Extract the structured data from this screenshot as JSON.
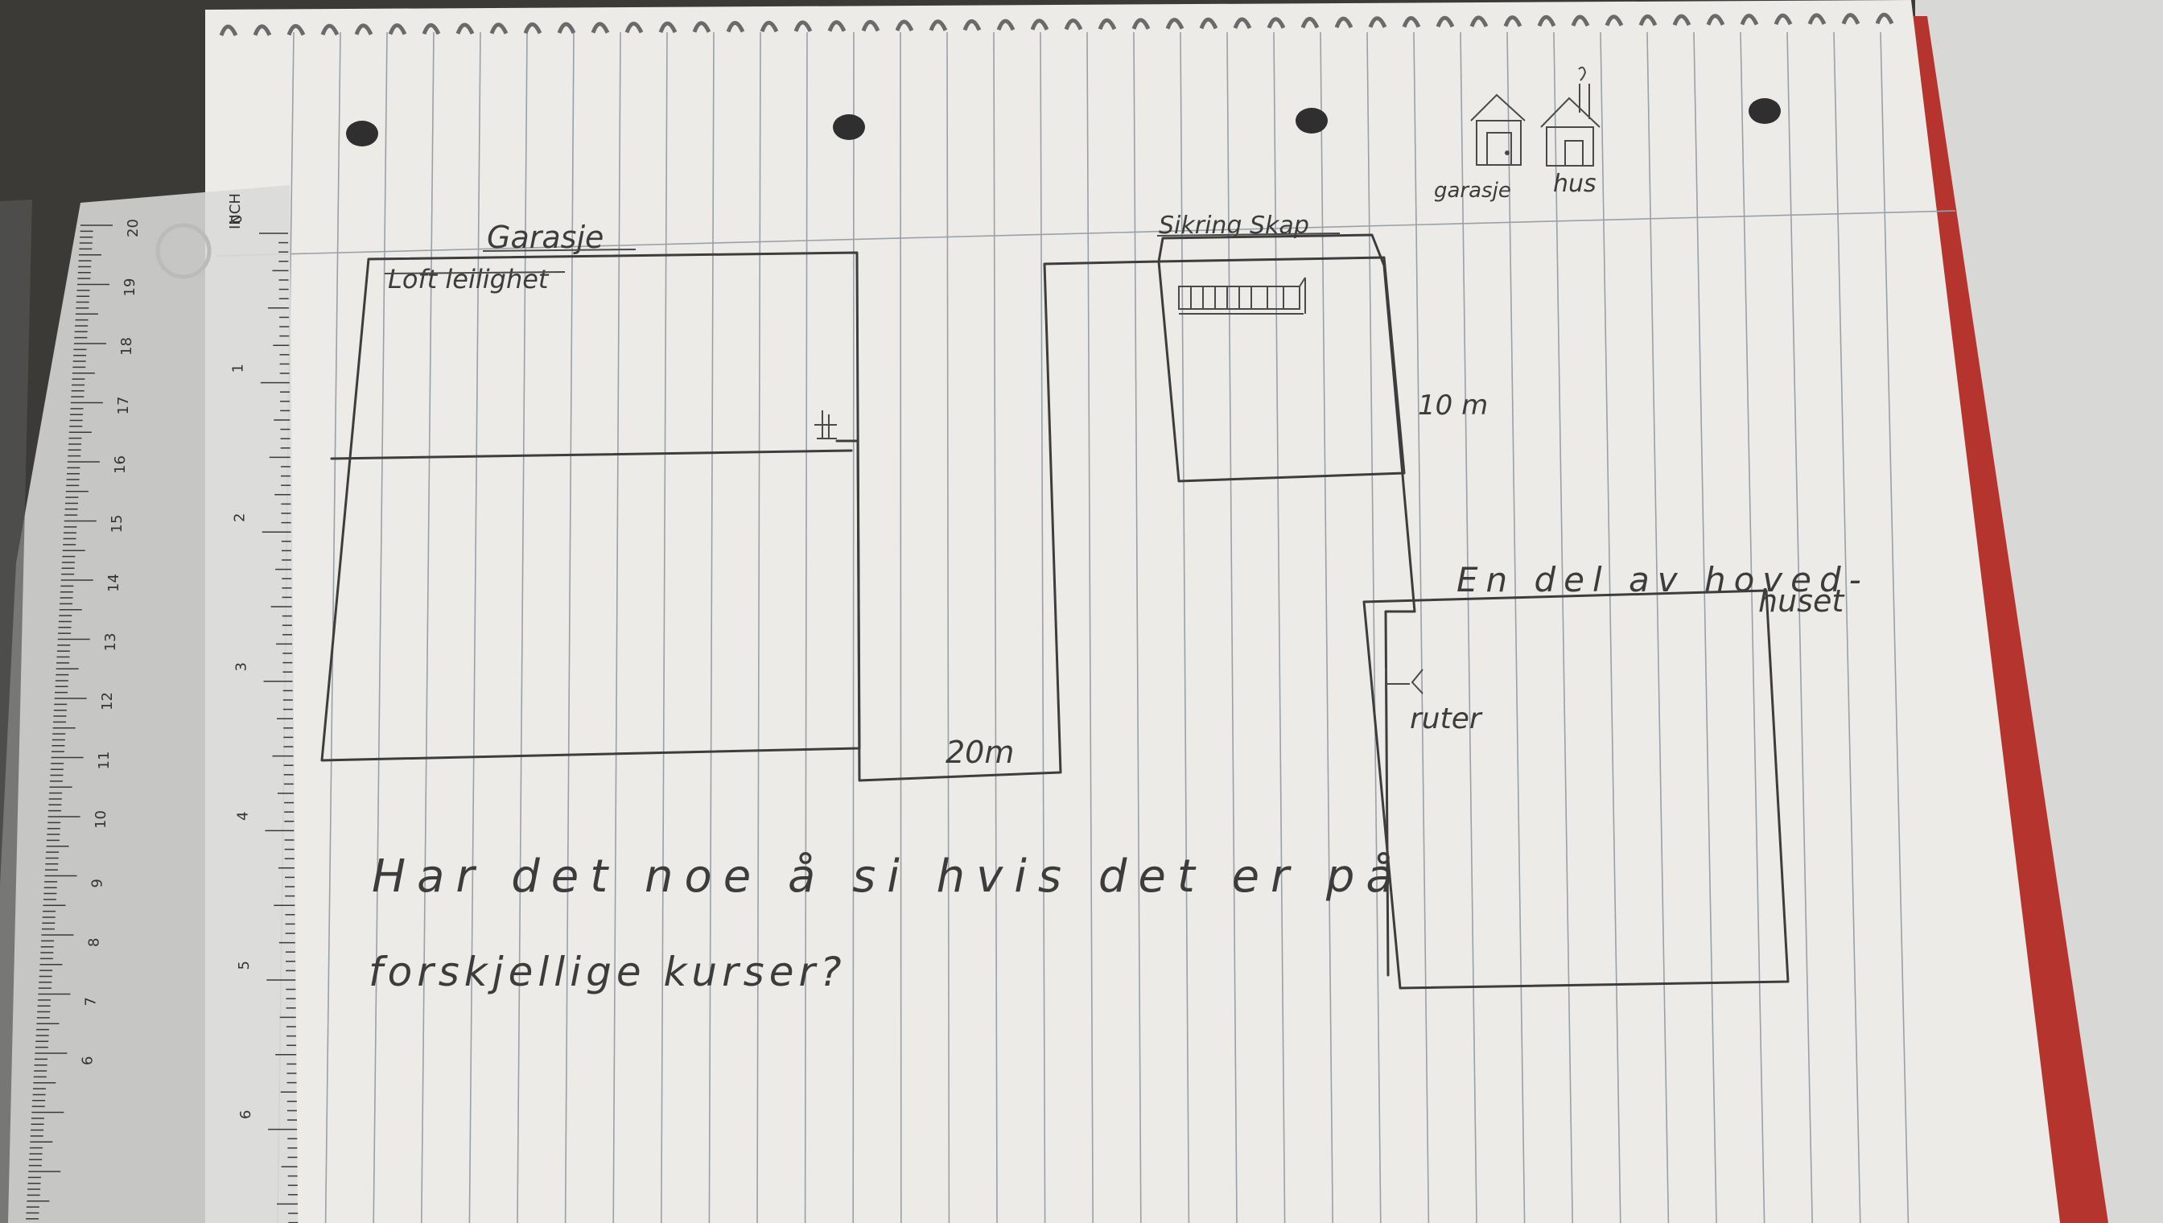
{
  "labels": {
    "garage_title": "Garasje",
    "loft": "Loft leilighet",
    "sikringsskap": "Sikring Skap",
    "dist_10m": "10 m",
    "dist_20m": "20m",
    "main_house_1": "En del av hoved-",
    "main_house_2": "huset",
    "router": "ruter",
    "legend_garage": "garasje",
    "legend_house": "hus",
    "question_line_1": "Har det noe å si hvis det er på",
    "question_line_2": "forskjellige kurser?"
  },
  "ruler": {
    "cm_marks": [
      "20",
      "19",
      "18",
      "17",
      "16",
      "15",
      "14",
      "13",
      "12",
      "11",
      "10",
      "9",
      "8",
      "7",
      "6"
    ],
    "inch_marks": [
      "0",
      "1",
      "2",
      "3",
      "4",
      "5",
      "6"
    ],
    "inch_unit": "INCH"
  },
  "colors": {
    "paper": "#ecebe7",
    "ink": "#3d3d3d",
    "rule_lines": "#9aa0a8",
    "red_edge": "#b5352e",
    "background": "#3a3936"
  }
}
